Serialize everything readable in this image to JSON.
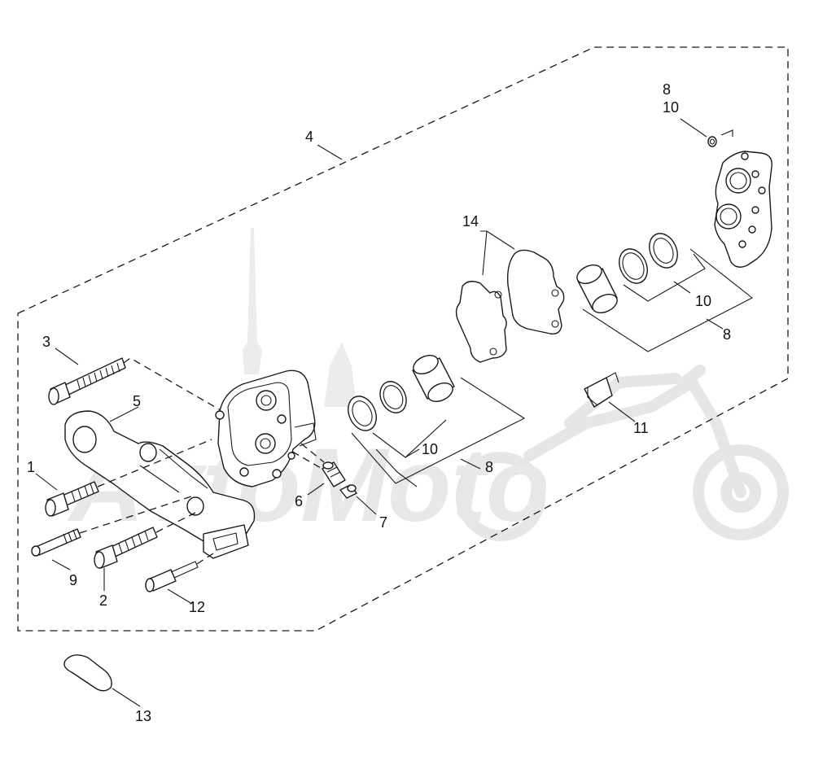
{
  "diagram": {
    "callouts": {
      "c1": "1",
      "c2": "2",
      "c3": "3",
      "c4": "4",
      "c5": "5",
      "c6": "6",
      "c7": "7",
      "c8a": "8",
      "c8b": "8",
      "c8c": "8",
      "c9": "9",
      "c10a": "10",
      "c10b": "10",
      "c10c": "10",
      "c11": "11",
      "c12": "12",
      "c13": "13",
      "c14": "14"
    },
    "watermark": "AvtoMoto",
    "colors": {
      "line": "#1a1a1a",
      "background": "#ffffff",
      "watermark": "#e6e6e6"
    }
  }
}
